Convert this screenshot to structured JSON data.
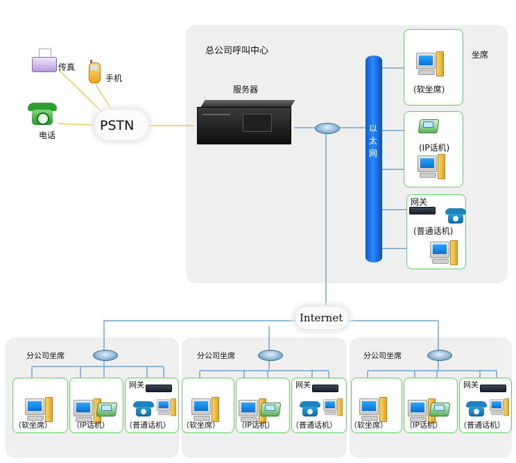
{
  "hq": {
    "title": "总公司呼叫中心",
    "server_label": "服务器",
    "pstn_label": "PSTN",
    "fax_label": "传真",
    "mobile_label": "手机",
    "phone_label": "电话",
    "ethernet_label": "以太网",
    "seats_label": "坐席",
    "soft_seat_label": "(软坐席)",
    "ip_phone_label": "(IP话机)",
    "gateway_label": "网关",
    "normal_phone_label": "(普通话机)"
  },
  "internet_label": "Internet",
  "branches": [
    {
      "title": "分公司坐席",
      "soft": "（软坐席）",
      "ip": "（IP话机）",
      "gateway": "网关",
      "normal": "（普通话机）"
    },
    {
      "title": "分公司坐席",
      "soft": "（软坐席）",
      "ip": "（IP话机）",
      "gateway": "网关",
      "normal": "（普通话机）"
    },
    {
      "title": "分公司坐席",
      "soft": "（软坐席）",
      "ip": "（IP话机）",
      "gateway": "网关",
      "normal": "（普通话机）"
    }
  ],
  "colors": {
    "ethernet": "#1f6fe6",
    "box_border": "#5fd35f",
    "link_line": "#6aa6d6",
    "pstn_line": "#f0c850",
    "panel": "#efefef"
  }
}
